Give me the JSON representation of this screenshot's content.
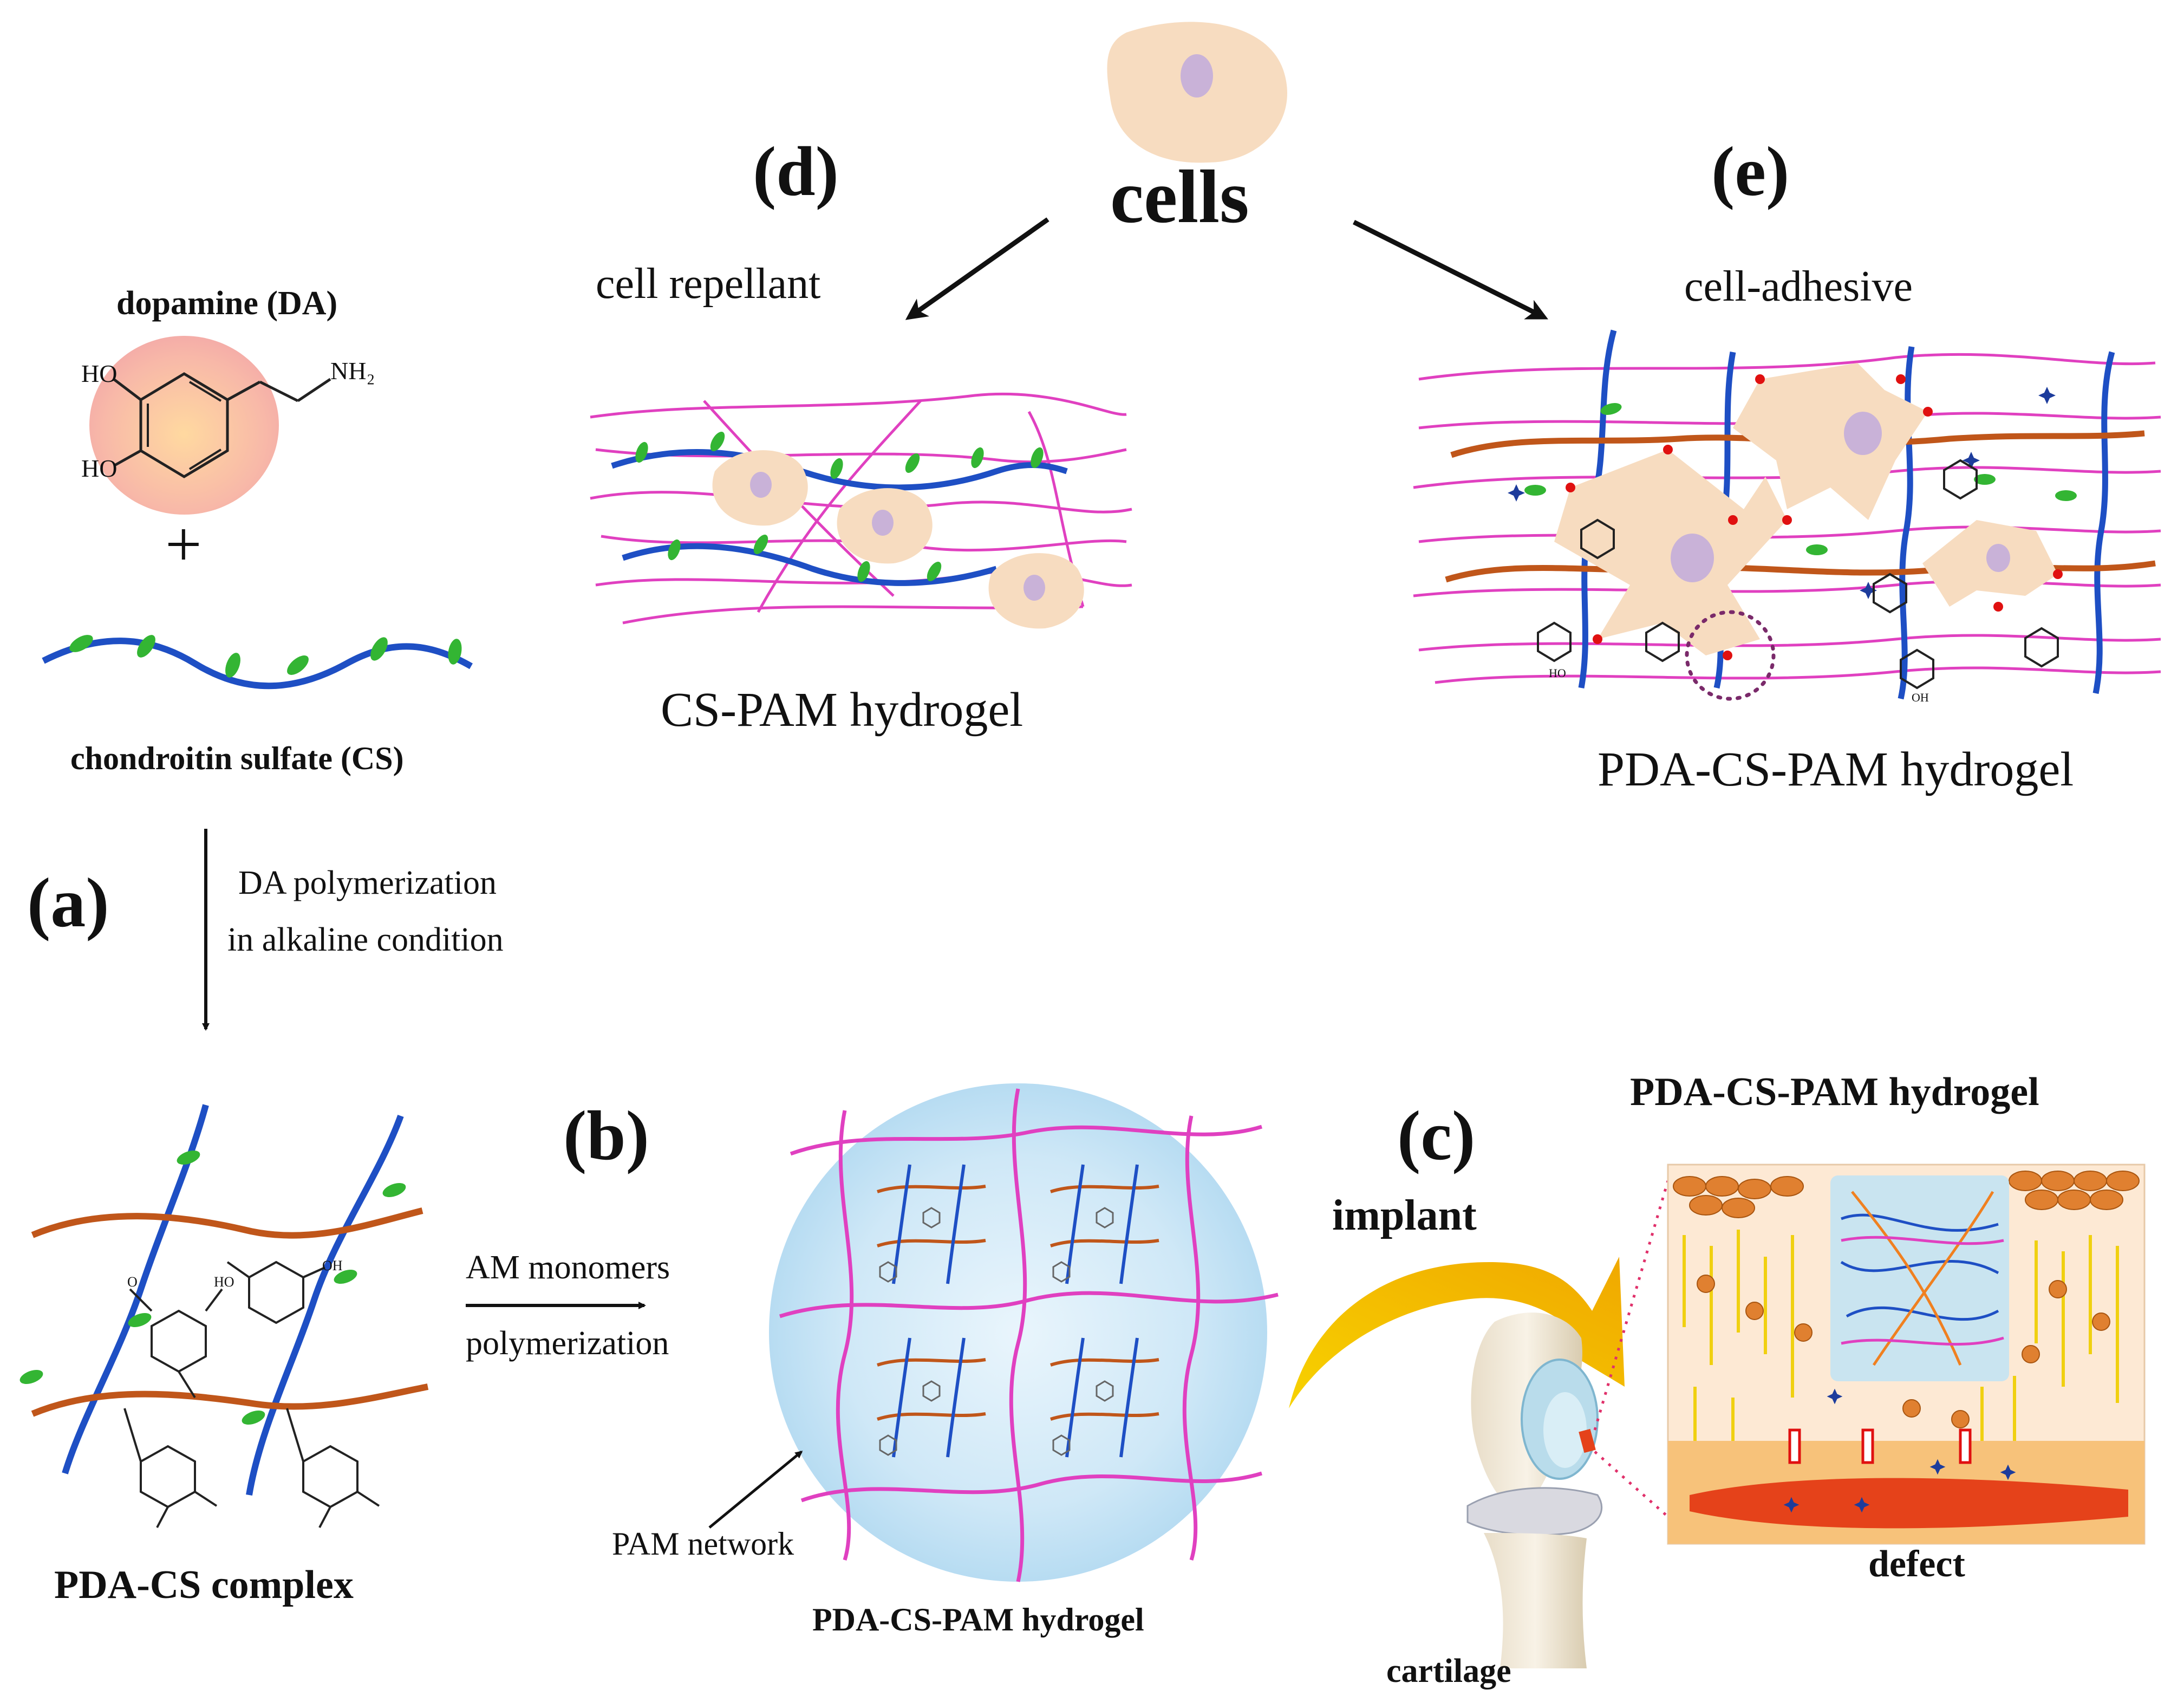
{
  "panels": {
    "a": "(a)",
    "b": "(b)",
    "c": "(c)",
    "d": "(d)",
    "e": "(e)"
  },
  "title_cells": "cells",
  "left_column": {
    "dopamine_label": "dopamine (DA)",
    "dopamine_groups": {
      "ho1": "HO",
      "ho2": "HO",
      "nh2": "NH₂"
    },
    "plus": "+",
    "cs_label": "chondroitin sulfate (CS)",
    "step_line1": "DA polymerization",
    "step_line2": "in alkaline condition",
    "complex_label": "PDA-CS complex",
    "complex_groups": {
      "oh": "OH",
      "ho": "HO",
      "o": "O"
    }
  },
  "middle": {
    "step_line1": "AM monomers",
    "step_line2": "polymerization",
    "pam_network_label": "PAM network",
    "hydrogel_label": "PDA-CS-PAM hydrogel"
  },
  "top_left": {
    "subtitle": "cell repellant",
    "hydrogel_label": "CS-PAM hydrogel"
  },
  "top_right": {
    "subtitle": "cell-adhesive",
    "hydrogel_label": "PDA-CS-PAM hydrogel",
    "groups": {
      "ho": "HO",
      "oh": "OH"
    }
  },
  "right_bottom": {
    "implant_label": "implant",
    "hydrogel_label": "PDA-CS-PAM hydrogel",
    "defect_label": "defect",
    "cartilage_label": "cartilage"
  },
  "colors": {
    "cs_chain": "#1e4fc4",
    "pda_chain": "#c0561a",
    "pam_chain": "#e040c0",
    "leaf": "#33b533",
    "cell_body": "#f7dcc0",
    "cell_nucleus": "#c9b2d8",
    "adhesion_dot": "#e01010",
    "arrow_yellow": "#f4c20d",
    "defect_red": "#e5421a"
  }
}
